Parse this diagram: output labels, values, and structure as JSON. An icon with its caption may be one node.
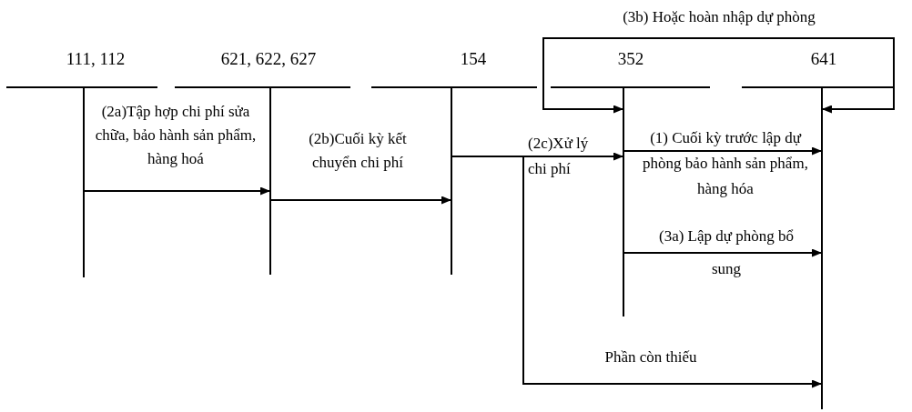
{
  "diagram": {
    "nodes": [
      {
        "text": [
          "111, 112"
        ]
      },
      {
        "text": [
          "621, 622, 627"
        ]
      },
      {
        "text": [
          "154"
        ]
      },
      {
        "text": [
          "352"
        ]
      },
      {
        "text": [
          "641"
        ]
      }
    ],
    "edges": [
      {
        "from": 0,
        "to": 1,
        "arrow": "to",
        "label": "(2a)Tập hợp chi phí sửa chữa, bảo hành sản phẩm, hàng hoá"
      },
      {
        "from": 1,
        "to": 2,
        "arrow": "to",
        "label": "(2b)Cuối kỳ kết chuyển chi phí"
      },
      {
        "from": 2,
        "to": 3,
        "arrow": "to",
        "label": "(2c)Xử lý chi phí"
      },
      {
        "from": 3,
        "to": 4,
        "arrow": "to",
        "label": "(1) Cuối kỳ trước lập dự phòng bảo hành sản phẩm, hàng hóa"
      },
      {
        "from": 3,
        "to": 4,
        "arrow": "to",
        "label": "(3a) Lập dự phòng bổ sung"
      },
      {
        "from": 4,
        "to": 3,
        "arrow": "both",
        "label": "(3b) Hoặc hoàn nhập dự phòng"
      },
      {
        "from": 2,
        "to": 4,
        "arrow": "to",
        "label": "Phần còn thiếu"
      }
    ]
  }
}
